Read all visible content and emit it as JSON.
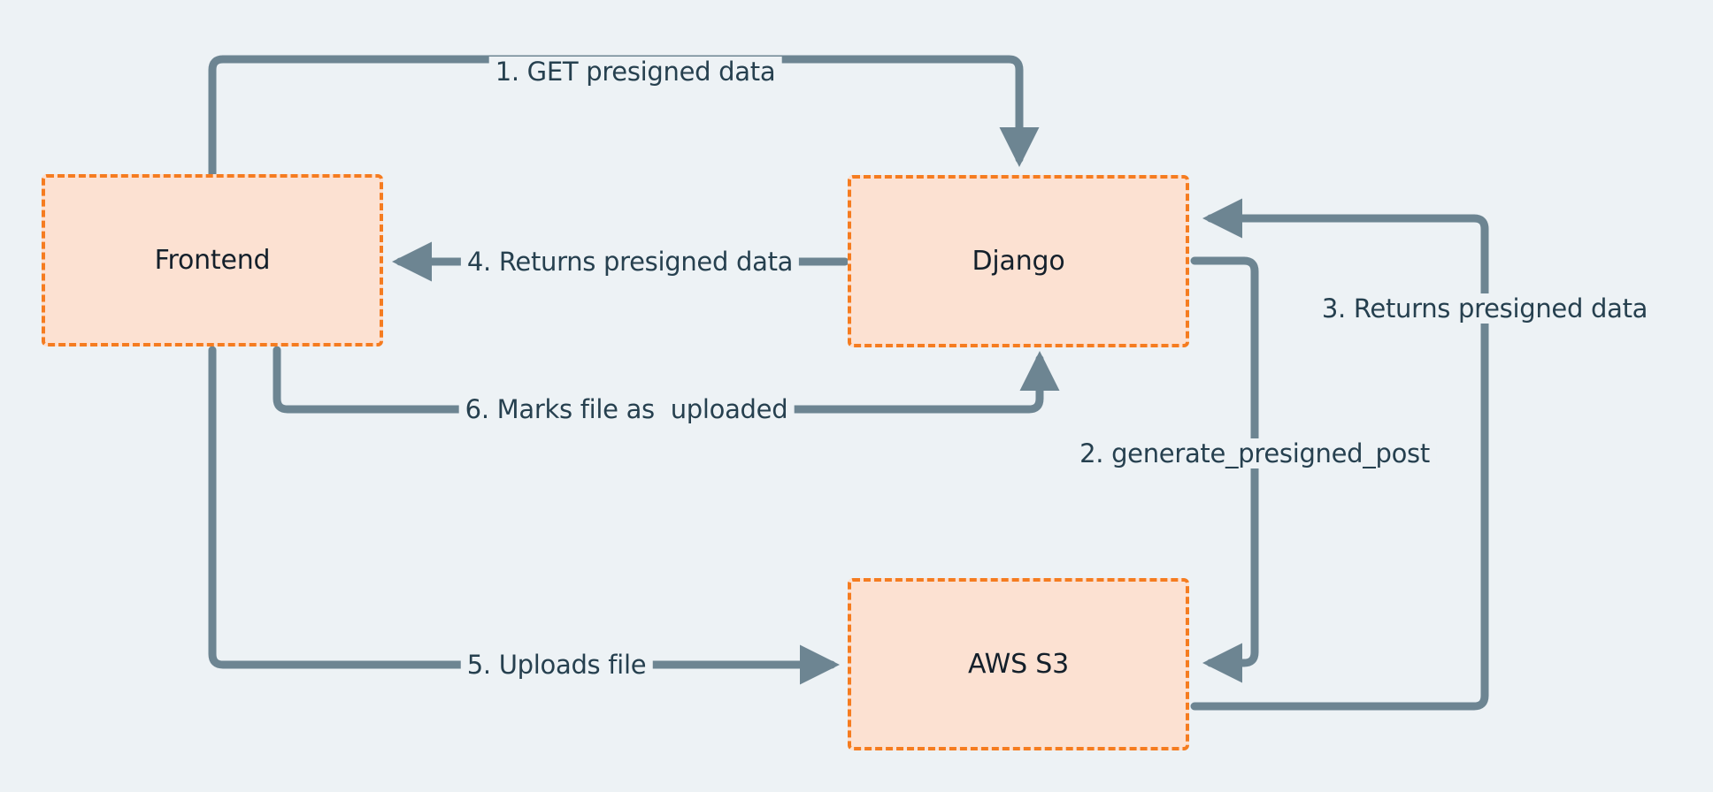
{
  "diagram": {
    "title": "",
    "background_color": "#edf2f5",
    "node_fill_color": "#fce1d2",
    "node_border_color": "#f57c20",
    "edge_color": "#6d8592",
    "text_color": "#26404f",
    "nodes": [
      {
        "id": "frontend",
        "label": "Frontend"
      },
      {
        "id": "django",
        "label": "Django"
      },
      {
        "id": "s3",
        "label": "AWS S3"
      }
    ],
    "edges": [
      {
        "id": "e1",
        "label": "1. GET presigned data",
        "from": "frontend",
        "to": "django"
      },
      {
        "id": "e2",
        "label": "2. generate_presigned_post",
        "from": "django",
        "to": "s3"
      },
      {
        "id": "e3",
        "label": "3. Returns presigned data",
        "from": "s3",
        "to": "django"
      },
      {
        "id": "e4",
        "label": "4. Returns presigned data",
        "from": "django",
        "to": "frontend"
      },
      {
        "id": "e5",
        "label": "5. Uploads file",
        "from": "frontend",
        "to": "s3"
      },
      {
        "id": "e6",
        "label": "6. Marks file as  uploaded",
        "from": "frontend",
        "to": "django"
      }
    ]
  }
}
